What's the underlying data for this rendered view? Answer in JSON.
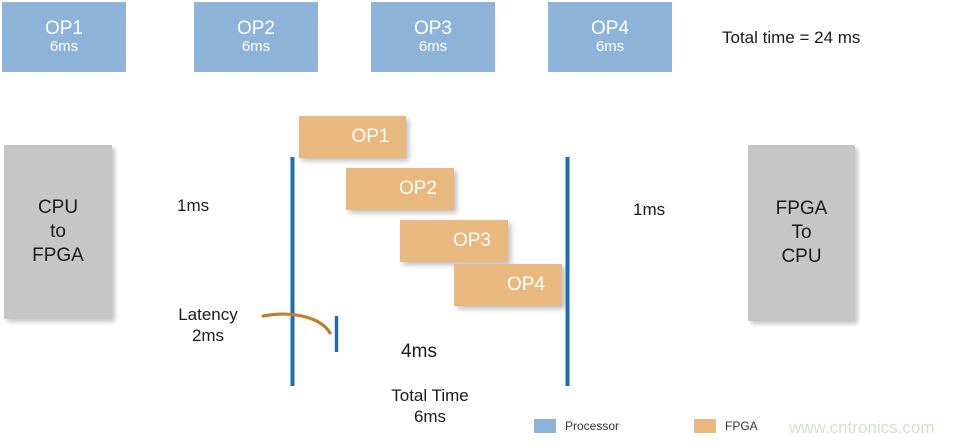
{
  "colors": {
    "processor_blue": "#8DB4D8",
    "fpga_orange": "#E8B87E",
    "grey_block": "#C6C6C6",
    "arrow_blue": "#1F6CAF",
    "latency_curve": "#C07D2A",
    "watermark_green": "#CFE5C6"
  },
  "serial_row": {
    "caption": "Total time = 24 ms",
    "blocks": [
      {
        "label": "OP1",
        "duration": "6ms"
      },
      {
        "label": "OP2",
        "duration": "6ms"
      },
      {
        "label": "OP3",
        "duration": "6ms"
      },
      {
        "label": "OP4",
        "duration": "6ms"
      }
    ]
  },
  "pipeline": {
    "left_block": {
      "line1": "CPU",
      "line2": "to",
      "line3": "FPGA"
    },
    "right_block": {
      "line1": "FPGA",
      "line2": "To",
      "line3": "CPU"
    },
    "transfer_in_label": "1ms",
    "transfer_out_label": "1ms",
    "fpga_blocks": [
      {
        "label": "OP1"
      },
      {
        "label": "OP2"
      },
      {
        "label": "OP3"
      },
      {
        "label": "OP4"
      }
    ],
    "latency": {
      "line1": "Latency",
      "line2": "2ms"
    },
    "exec_span_label": "4ms",
    "total_span": {
      "line1": "Total Time",
      "line2": "6ms"
    }
  },
  "legend": {
    "items": [
      {
        "label": "Processor",
        "color": "#8DB4D8"
      },
      {
        "label": "FPGA",
        "color": "#E8B87E"
      }
    ],
    "watermark": "www.cntronics.com"
  },
  "chart_data": {
    "type": "diagram",
    "title": "Serial vs pipelined FPGA offload timing",
    "serial": {
      "operations": [
        "OP1",
        "OP2",
        "OP3",
        "OP4"
      ],
      "durations_ms": [
        6,
        6,
        6,
        6
      ],
      "total_ms": 24
    },
    "pipelined": {
      "transfer_cpu_to_fpga_ms": 1,
      "transfer_fpga_to_cpu_ms": 1,
      "latency_ms": 2,
      "execution_ms": 4,
      "total_ms": 6,
      "operations": [
        "OP1",
        "OP2",
        "OP3",
        "OP4"
      ]
    }
  }
}
